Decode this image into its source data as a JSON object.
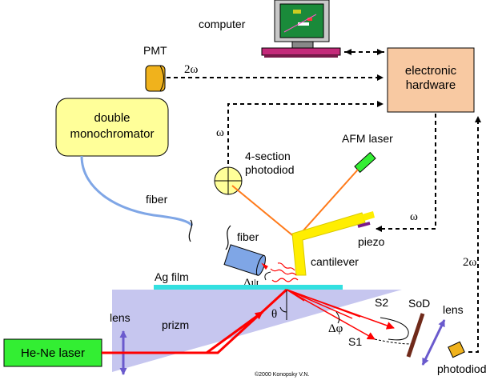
{
  "labels": {
    "computer": "computer",
    "pmt": "PMT",
    "two_omega_top": "2ω",
    "electronic_line1": "electronic",
    "electronic_line2": "hardware",
    "double_line1": "double",
    "double_line2": "monochromator",
    "omega_left": "ω",
    "photodiode_line1": "4-section",
    "photodiode_line2": "photodiod",
    "afm_laser": "AFM laser",
    "fiber_left": "fiber",
    "fiber_tip": "fiber",
    "omega_right": "ω",
    "piezo": "piezo",
    "cantilever": "cantilever",
    "ag_film": "Ag film",
    "delta_psi": "Δψ",
    "two_omega_right": "2ω",
    "lens_left": "lens",
    "prizm": "prizm",
    "theta": "θ",
    "s2": "S2",
    "delta_phi": "Δφ",
    "s1": "S1",
    "sod": "SoD",
    "lens_right": "lens",
    "he_ne": "He-Ne laser",
    "photodiod_right": "photodiod",
    "copyright": "©2000 Konopsky V.N."
  },
  "colors": {
    "pmt": "#f0b21c",
    "electronics": "#f8c9a2",
    "monochromator": "#ffff99",
    "prism": "#c6c6ef",
    "film": "#33e0e0",
    "laser_box": "#33ee33",
    "red_beam": "#ff0000",
    "afm_beam": "#ff7a1a",
    "cantilever": "#ffee00",
    "fiber": "#7fa6e6",
    "lens": "#7070e0",
    "sod_mirror": "#702a1a"
  }
}
